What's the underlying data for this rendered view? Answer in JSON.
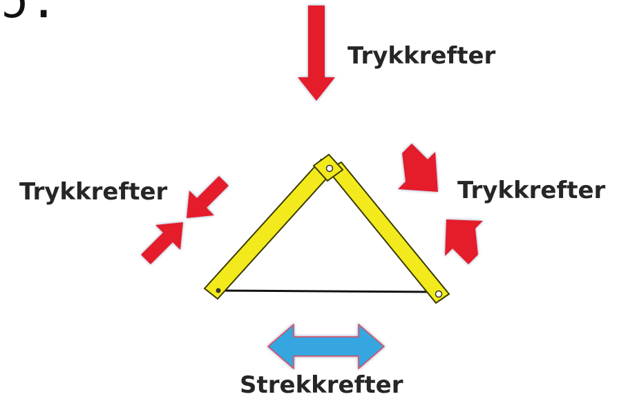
{
  "labels": {
    "top": "Trykkrefter",
    "left": "Trykkrefter",
    "right": "Trykkrefter",
    "bottom": "Strekkrefter"
  },
  "corner_text": "ɔ.",
  "colors": {
    "compression_arrow": "#e51d2a",
    "tension_arrow": "#35a6e0",
    "beam": "#f2ea1c",
    "beam_outline": "#3a3a00",
    "label_text": "#262626"
  }
}
